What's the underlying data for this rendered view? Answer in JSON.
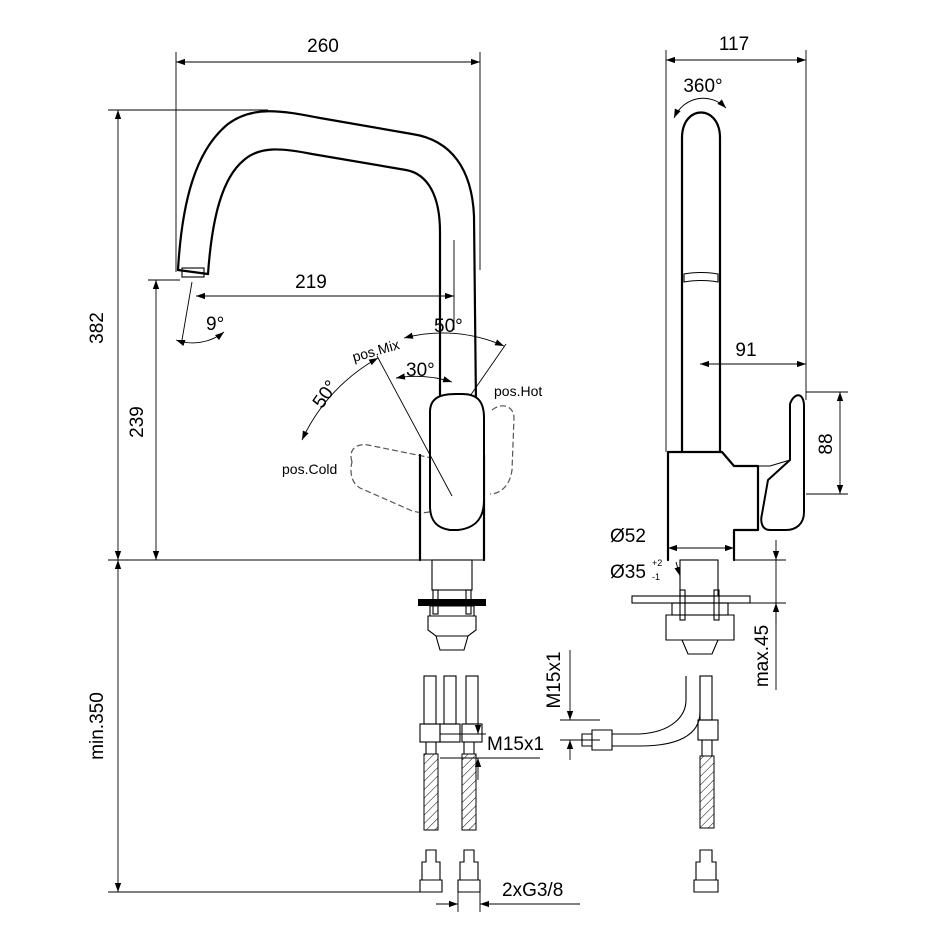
{
  "dimensions": {
    "overall_width": "260",
    "spout_reach": "219",
    "total_height": "382",
    "outlet_height": "239",
    "min_below_counter": "min.350",
    "side_depth": "117",
    "swivel": "360°",
    "handle_reach": "91",
    "lever_height": "88",
    "base_diameter": "Ø52",
    "hole_diameter": "Ø35",
    "hole_tol_plus": "+2",
    "hole_tol_minus": "-1",
    "max_counter_thickness": "max.45",
    "hose_thread_front": "M15x1",
    "hose_thread_side": "M15x1",
    "connection_thread": "2xG3/8"
  },
  "angles": {
    "spout_tilt": "9°",
    "lever_angle": "50°",
    "mix_angle": "30°",
    "cold_angle": "50°"
  },
  "positions": {
    "mix": "pos.Mix",
    "hot": "pos.Hot",
    "cold": "pos.Cold"
  }
}
